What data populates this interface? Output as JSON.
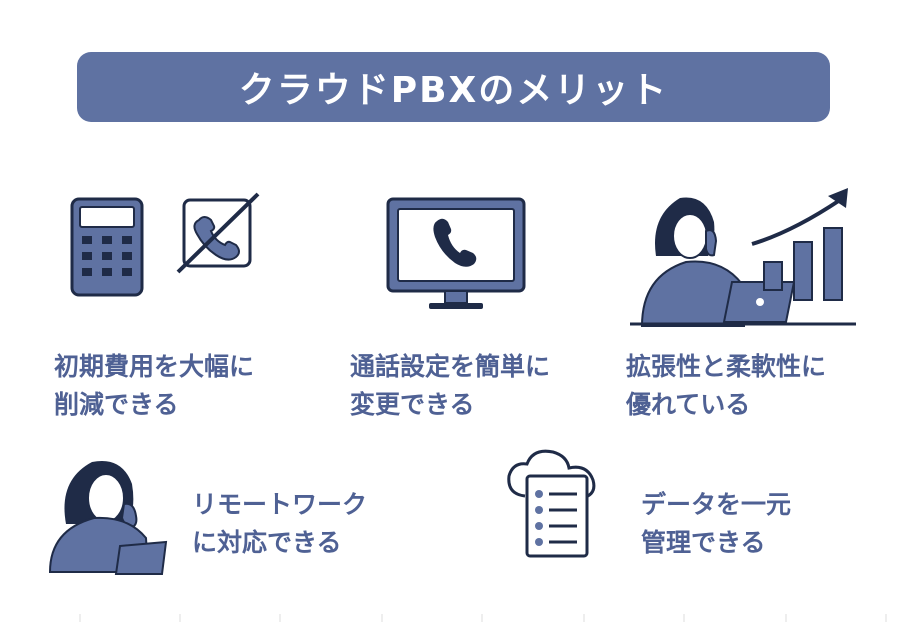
{
  "title": "クラウドPBXのメリット",
  "colors": {
    "accent": "#5f72a2",
    "text": "#4f6194",
    "outline": "#1f2b47"
  },
  "items": [
    {
      "label": "初期費用を大幅に\n削減できる",
      "icons": [
        "calculator-icon",
        "no-phone-icon"
      ]
    },
    {
      "label": "通話設定を簡単に\n変更できる",
      "icons": [
        "monitor-phone-icon"
      ]
    },
    {
      "label": "拡張性と柔軟性に\n優れている",
      "icons": [
        "woman-laptop-growth-chart-icon"
      ]
    },
    {
      "label": "リモートワーク\nに対応できる",
      "icons": [
        "woman-phone-laptop-icon"
      ]
    },
    {
      "label": "データを一元\n管理できる",
      "icons": [
        "cloud-data-list-icon"
      ]
    }
  ]
}
